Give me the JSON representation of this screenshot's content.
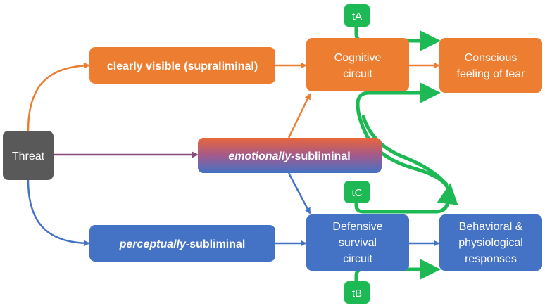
{
  "colors": {
    "orange": "#ED7D31",
    "blue": "#4472C4",
    "dark": "#595959",
    "green": "#1DB954",
    "purple": "#8B4A7A",
    "white": "#FFFFFF"
  },
  "nodes": {
    "threat": {
      "label": "Threat"
    },
    "supraliminal": {
      "label": "clearly visible (supraliminal)"
    },
    "emotional": {
      "emph": "emotionally",
      "rest": "-subliminal"
    },
    "perceptual": {
      "emph": "perceptually",
      "rest": "-subliminal"
    },
    "cognitive": {
      "line1": "Cognitive",
      "line2": "circuit"
    },
    "defensive": {
      "line1": "Defensive",
      "line2": "survival",
      "line3": "circuit"
    },
    "conscious": {
      "line1": "Conscious",
      "line2": "feeling of fear"
    },
    "behavioral": {
      "line1": "Behavioral &",
      "line2": "physiological",
      "line3": "responses"
    }
  },
  "tags": {
    "tA": "tA",
    "tB": "tB",
    "tC": "tC"
  }
}
